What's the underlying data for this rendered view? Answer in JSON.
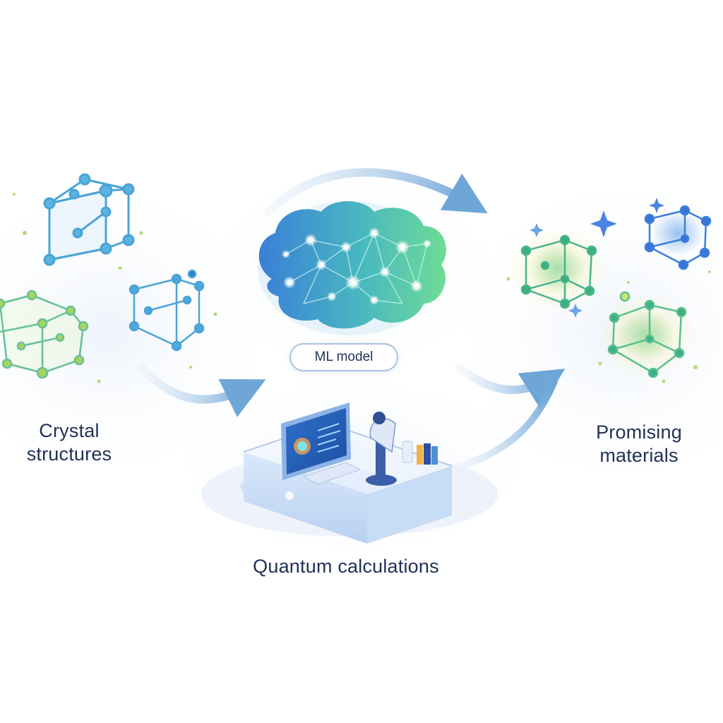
{
  "labels": {
    "crystal_line1": "Crystal",
    "crystal_line2": "structures",
    "ml_model": "ML model",
    "quantum": "Quantum calculations",
    "promising_line1": "Promising",
    "promising_line2": "materials"
  },
  "icons": [
    "crystal-lattice-icon",
    "neural-brain-icon",
    "computer-lab-box-icon",
    "sparkle-icon",
    "flow-arrow-icon"
  ],
  "colors": {
    "text": "#1f3157",
    "arrow": "#7fb0db",
    "lattice_blue": "#3f97d6",
    "lattice_teal": "#3cc0b4",
    "lattice_green": "#7ac96a",
    "brain_blue": "#3a86d8",
    "brain_green": "#5fd39a",
    "sparkle": "#4a84e0"
  }
}
